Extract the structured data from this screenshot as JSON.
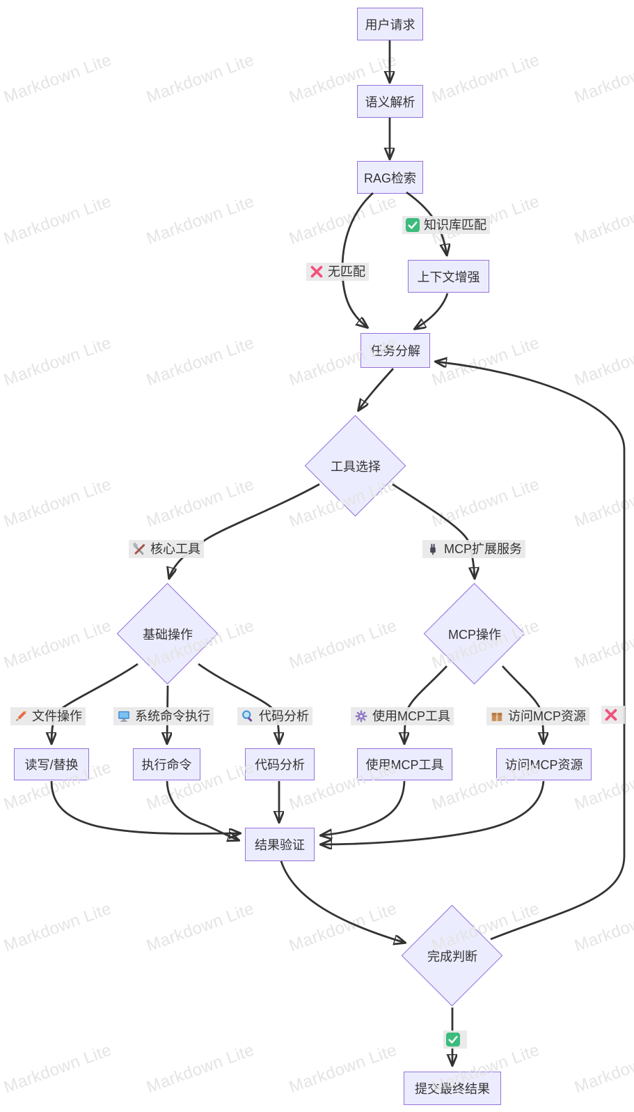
{
  "diagram": {
    "watermark": {
      "text": "Markdown Lite"
    },
    "colors": {
      "node_fill": "#ECECFF",
      "node_border": "#9370DB",
      "edge": "#333333",
      "edge_label_bg": "#e8e8e8",
      "text": "#333333",
      "check_green": "#3dbb7d",
      "cross_pink": "#f0527c",
      "watermark_gray": "#e4e4e4"
    },
    "nodes": {
      "user_request": "用户请求",
      "semantic_parse": "语义解析",
      "rag_search": "RAG检索",
      "context_enhance": "上下文增强",
      "task_decompose": "任务分解",
      "tool_select": "工具选择",
      "basic_ops": "基础操作",
      "mcp_ops": "MCP操作",
      "read_write": "读写/替换",
      "exec_cmd": "执行命令",
      "code_analysis": "代码分析",
      "use_mcp_tool": "使用MCP工具",
      "access_mcp_res": "访问MCP资源",
      "result_verify": "结果验证",
      "complete_judge": "完成判断",
      "submit_final": "提交最终结果"
    },
    "edge_labels": {
      "kb_match": {
        "icon": "check-icon",
        "text": "知识库匹配"
      },
      "no_match": {
        "icon": "cross-icon",
        "text": "无匹配"
      },
      "core_tools": {
        "icon": "tools-icon",
        "text": "核心工具"
      },
      "mcp_ext": {
        "icon": "plug-icon",
        "text": "MCP扩展服务"
      },
      "file_ops": {
        "icon": "pencil-icon",
        "text": "文件操作"
      },
      "sys_cmd": {
        "icon": "monitor-icon",
        "text": "系统命令执行"
      },
      "code_analysis": {
        "icon": "magnifier-icon",
        "text": "代码分析"
      },
      "use_mcp": {
        "icon": "gear-icon",
        "text": "使用MCP工具"
      },
      "access_mcp": {
        "icon": "package-icon",
        "text": "访问MCP资源"
      },
      "loop_no": {
        "icon": "cross-icon",
        "text": ""
      },
      "final_yes": {
        "icon": "check-icon",
        "text": ""
      }
    }
  }
}
